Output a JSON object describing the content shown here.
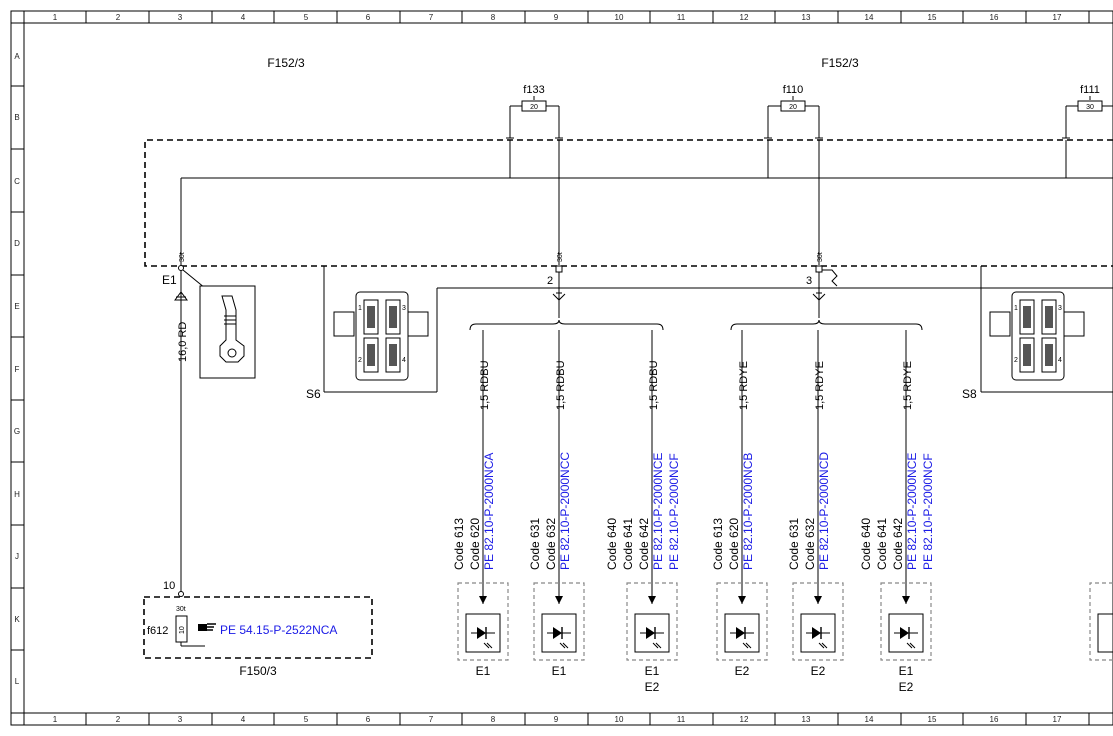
{
  "ruler": {
    "columns": [
      "1",
      "2",
      "3",
      "4",
      "5",
      "6",
      "7",
      "8",
      "9",
      "10",
      "11",
      "12",
      "13",
      "14",
      "15",
      "16",
      "17"
    ],
    "rows": [
      "A",
      "B",
      "C",
      "D",
      "E",
      "F",
      "G",
      "H",
      "J",
      "K",
      "L"
    ]
  },
  "harness": {
    "left_label": "F152/3",
    "right_label": "F152/3",
    "bottom_label": "F150/3"
  },
  "fuses": [
    {
      "id": "f133",
      "rating": "20"
    },
    {
      "id": "f110",
      "rating": "20"
    },
    {
      "id": "f111",
      "rating": "30"
    }
  ],
  "terminal_30t": "30t",
  "pins": {
    "s6_pin": "2",
    "s8_pin": "3",
    "ground_pin": "10"
  },
  "ground": {
    "id": "E1",
    "wire": "16,0 RD",
    "fuse_id": "f612",
    "fuse_rating": "10",
    "terminal": "30t",
    "ref": "PE 54.15-P-2522NCA"
  },
  "connectors": {
    "s6": {
      "label": "S6",
      "pins": [
        "1",
        "2",
        "3",
        "4"
      ]
    },
    "s8": {
      "label": "S8",
      "pins": [
        "1",
        "2",
        "3",
        "4"
      ]
    }
  },
  "branches": [
    {
      "wire": "1,5 RDBU",
      "codes": [
        "Code 613",
        "Code 620"
      ],
      "refs": [
        "PE 82.10-P-2000NCA"
      ],
      "lamp_labels": [
        "E1"
      ]
    },
    {
      "wire": "1,5 RDBU",
      "codes": [
        "Code 631",
        "Code 632"
      ],
      "refs": [
        "PE 82.10-P-2000NCC"
      ],
      "lamp_labels": [
        "E1"
      ]
    },
    {
      "wire": "1,5 RDBU",
      "codes": [
        "Code 640",
        "Code 641",
        "Code 642"
      ],
      "refs": [
        "PE 82.10-P-2000NCE",
        "PE 82.10-P-2000NCF"
      ],
      "lamp_labels": [
        "E1",
        "E2"
      ]
    },
    {
      "wire": "1,5 RDYE",
      "codes": [
        "Code 613",
        "Code 620"
      ],
      "refs": [
        "PE 82.10-P-2000NCB"
      ],
      "lamp_labels": [
        "E2"
      ]
    },
    {
      "wire": "1,5 RDYE",
      "codes": [
        "Code 631",
        "Code 632"
      ],
      "refs": [
        "PE 82.10-P-2000NCD"
      ],
      "lamp_labels": [
        "E2"
      ]
    },
    {
      "wire": "1,5 RDYE",
      "codes": [
        "Code 640",
        "Code 641",
        "Code 642"
      ],
      "refs": [
        "PE 82.10-P-2000NCE",
        "PE 82.10-P-2000NCF"
      ],
      "lamp_labels": [
        "E1",
        "E2"
      ]
    }
  ],
  "colors": {
    "link": "#1a1ae6",
    "line": "#000000",
    "box_dash": "#888888"
  }
}
